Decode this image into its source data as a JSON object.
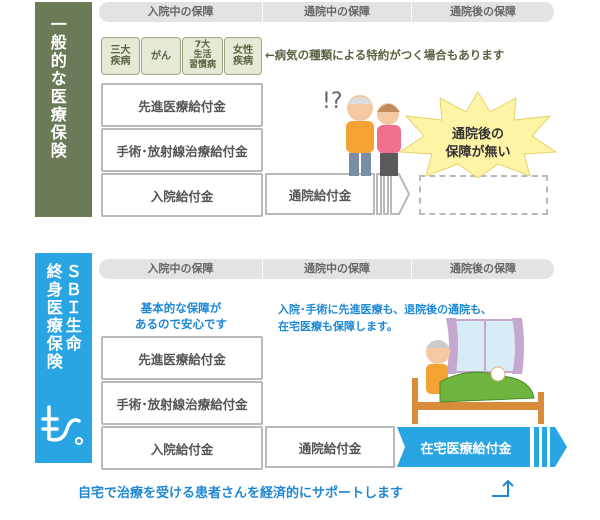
{
  "general": {
    "side_label": "一般的な医療保険",
    "headers": [
      "入院中の保障",
      "通院中の保障",
      "通院後の保障"
    ],
    "tags": [
      {
        "line1": "三大",
        "line2": "疾病"
      },
      {
        "line1": "がん",
        "line2": ""
      },
      {
        "line1": "7大",
        "line2": "生活",
        "line3": "習慣病"
      },
      {
        "line1": "女性",
        "line2": "疾病"
      }
    ],
    "tag_note": "←病気の種類による特約がつく場合もあります",
    "rows": [
      "先進医療給付金",
      "手術･放射線治療給付金",
      "入院給付金"
    ],
    "outpatient": "通院給付金",
    "burst_line1": "通院後の",
    "burst_line2": "保障が無い"
  },
  "sbi": {
    "side_line1": "ＳＢＩ生命",
    "side_line2": "終身医療保険",
    "headers": [
      "入院中の保障",
      "通院中の保障",
      "通院後の保障"
    ],
    "basic_note_1": "基本的な保障が",
    "basic_note_2": "あるので安心です",
    "adv_note_1": "入院･手術に先進医療も、退院後の通院も、",
    "adv_note_2": "在宅医療も保障します。",
    "rows": [
      "先進医療給付金",
      "手術･放射線治療給付金",
      "入院給付金"
    ],
    "outpatient": "通院給付金",
    "home_care": "在宅医療給付金"
  },
  "footer": "自宅で治療を受ける患者さんを経済的にサポートします",
  "colors": {
    "olive": "#6b7a57",
    "blue": "#2aa5e3",
    "blue_text": "#1e88d6",
    "burst": "#fff3a6"
  }
}
